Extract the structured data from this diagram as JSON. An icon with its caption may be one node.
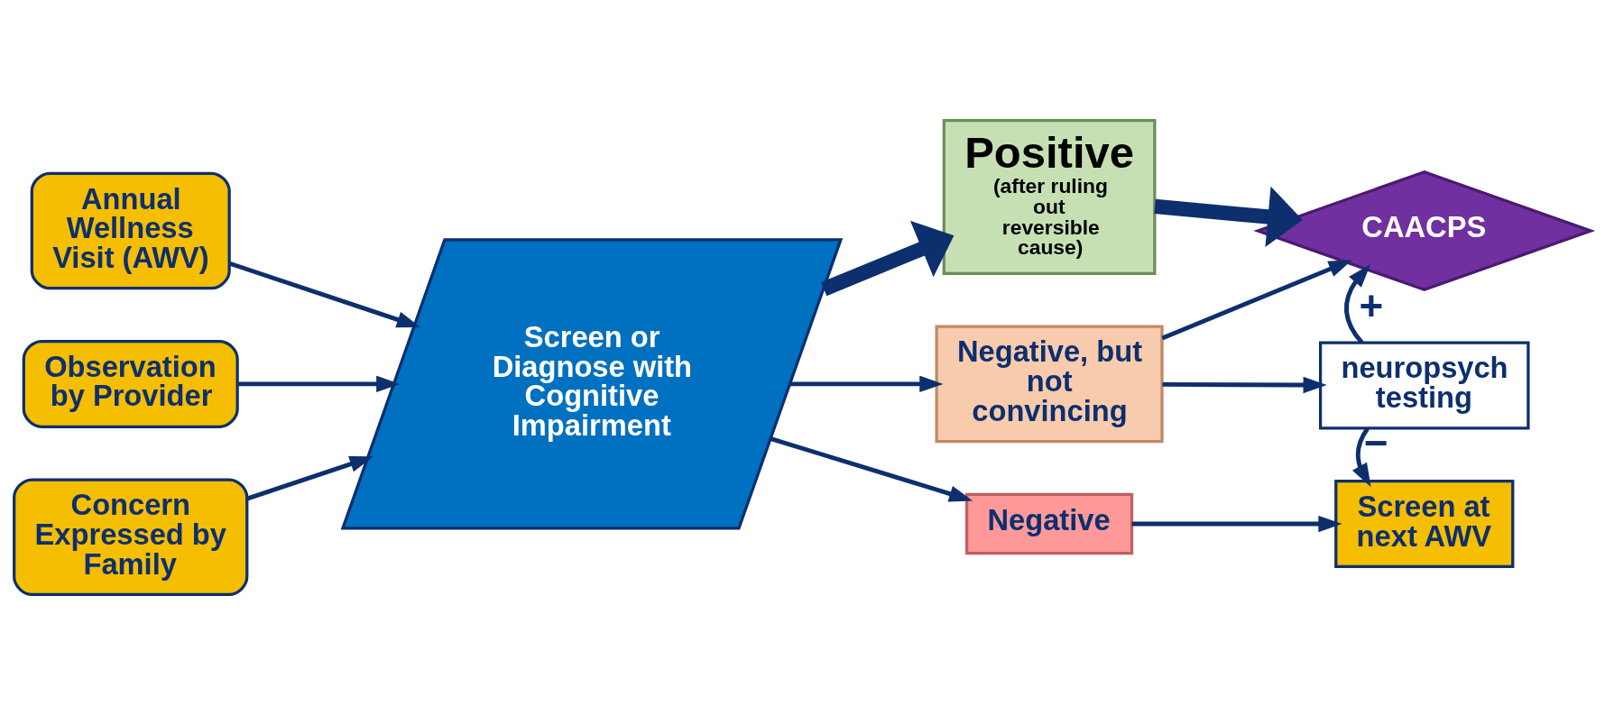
{
  "diagram": {
    "nodes": [
      {
        "text": [
          "Annual Wellness Visit (AWV)"
        ]
      },
      {
        "text": [
          "Observation by Provider"
        ]
      },
      {
        "text": [
          "Concern Expressed by Family"
        ]
      },
      {
        "text": [
          "Screen or Diagnose with Cognitive Impairment"
        ]
      },
      {
        "text": [
          "Positive",
          "(after ruling out reversible cause)"
        ]
      },
      {
        "text": [
          "Negative, but not convincing"
        ]
      },
      {
        "text": [
          "Negative"
        ]
      },
      {
        "text": [
          "CAACPS"
        ]
      },
      {
        "text": [
          "neuropsych testing"
        ]
      },
      {
        "text": [
          "Screen at next AWV"
        ]
      }
    ],
    "edges": [
      {
        "from": 0,
        "to": 3,
        "arrow": "to"
      },
      {
        "from": 1,
        "to": 3,
        "arrow": "to"
      },
      {
        "from": 2,
        "to": 3,
        "arrow": "to"
      },
      {
        "from": 3,
        "to": 4,
        "arrow": "to",
        "style": "thick"
      },
      {
        "from": 3,
        "to": 5,
        "arrow": "to"
      },
      {
        "from": 3,
        "to": 6,
        "arrow": "to"
      },
      {
        "from": 4,
        "to": 7,
        "arrow": "to",
        "style": "thick"
      },
      {
        "from": 5,
        "to": 7,
        "arrow": "to"
      },
      {
        "from": 5,
        "to": 8,
        "arrow": "to"
      },
      {
        "from": 8,
        "to": 7,
        "arrow": "to",
        "label": "+"
      },
      {
        "from": 8,
        "to": 9,
        "arrow": "to",
        "label": "−"
      },
      {
        "from": 6,
        "to": 9,
        "arrow": "to"
      }
    ]
  }
}
